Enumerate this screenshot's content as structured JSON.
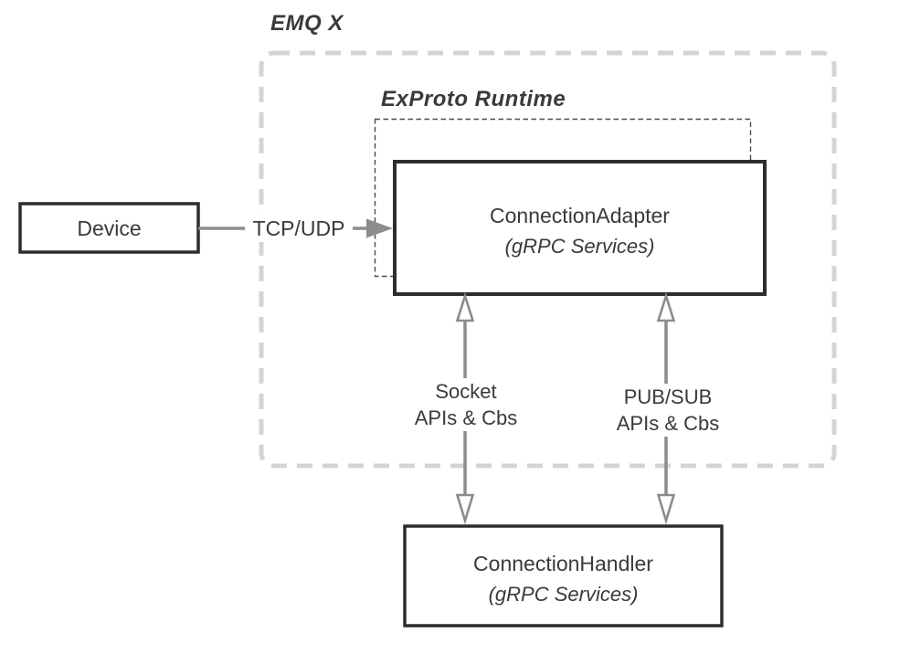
{
  "labels": {
    "emqx_scope": "EMQ X",
    "runtime_scope": "ExProto Runtime"
  },
  "nodes": {
    "device": {
      "title": "Device"
    },
    "adapter": {
      "title": "ConnectionAdapter",
      "subtitle": "(gRPC Services)"
    },
    "handler": {
      "title": "ConnectionHandler",
      "subtitle": "(gRPC Services)"
    }
  },
  "edges": {
    "tcp": {
      "label": "TCP/UDP"
    },
    "socket": {
      "line1": "Socket",
      "line2": "APIs & Cbs"
    },
    "pubsub": {
      "line1": "PUB/SUB",
      "line2": "APIs & Cbs"
    }
  },
  "colors": {
    "background": "#ffffff",
    "node_border": "#2d2d2d",
    "text": "#3a3a3a",
    "arrow": "#8c8c8c",
    "outer_boundary_dash": "#d4d4d4",
    "inner_boundary_dash": "#4a4a4a"
  }
}
